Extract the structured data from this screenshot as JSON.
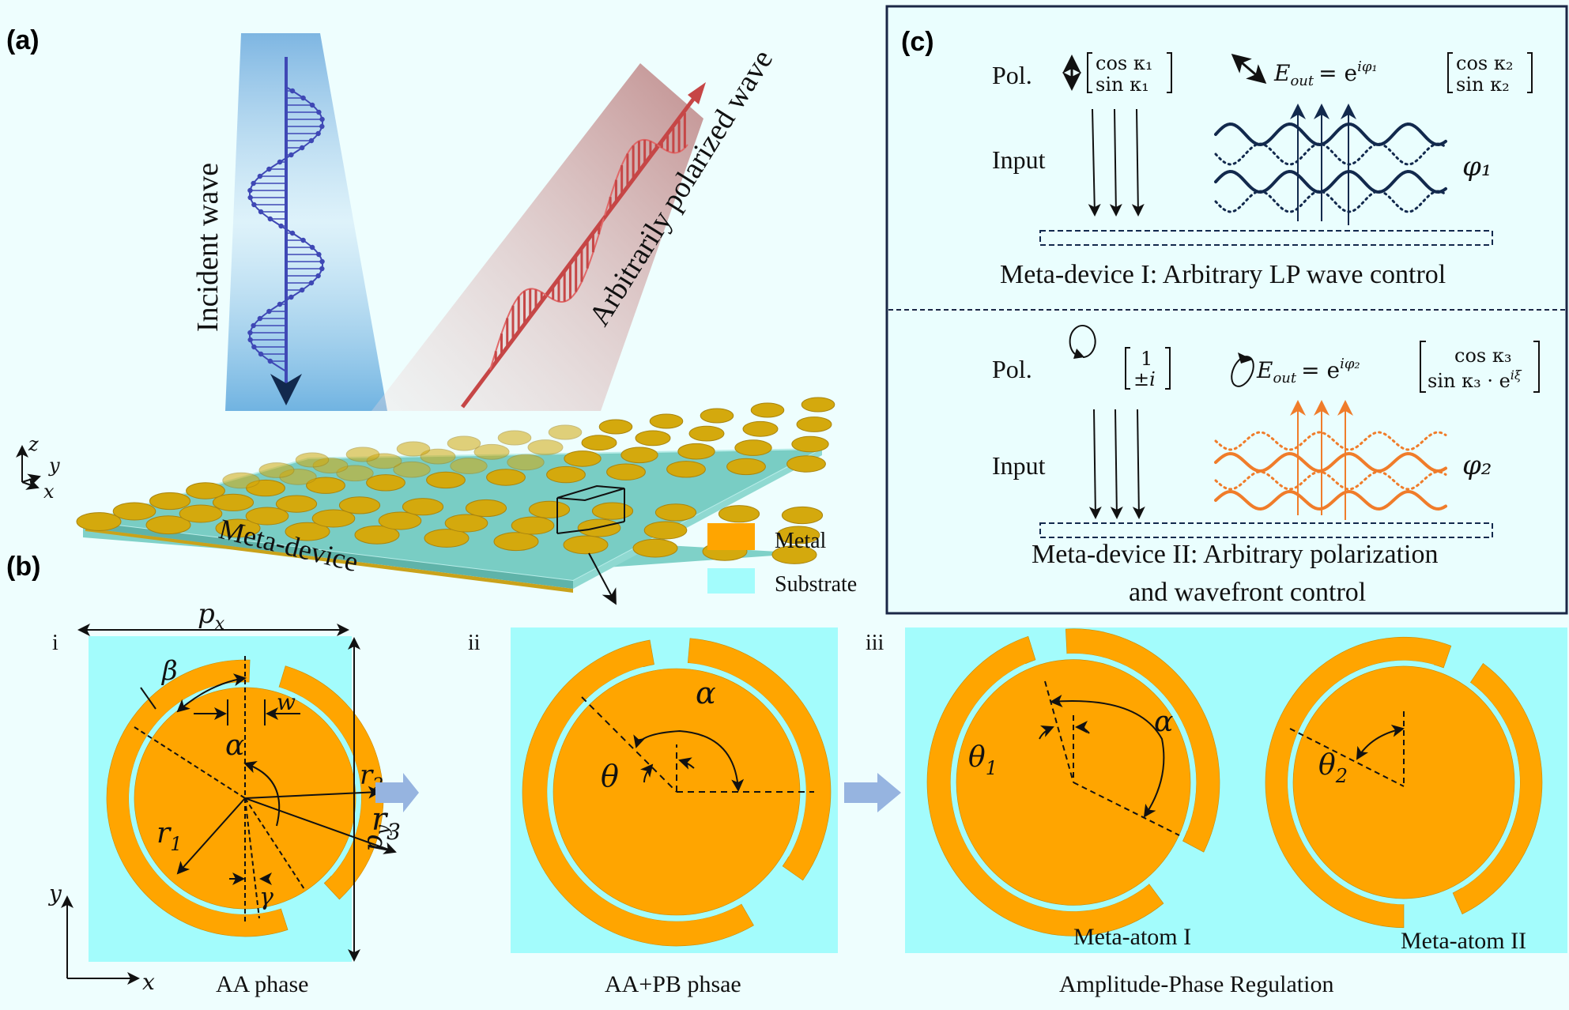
{
  "panels": {
    "a": {
      "label": "(a)",
      "incident_wave_label": "Incident wave",
      "output_wave_label": "Arbitrarily polarized wave",
      "device_label": "Meta-device",
      "axes": {
        "z": "z",
        "y": "y",
        "x": "x"
      }
    },
    "b": {
      "label": "(b)",
      "legend": [
        {
          "label": "Metal",
          "color": "#ffa500"
        },
        {
          "label": "Substrate",
          "color": "#a3fcfc"
        }
      ],
      "subpanels": [
        {
          "roman": "i",
          "caption": "AA phase",
          "dims": {
            "px": "p",
            "px_sub": "x",
            "py": "p",
            "py_sub": "y"
          },
          "params": {
            "beta": "β",
            "w": "w",
            "alpha": "α",
            "r1": "r",
            "r1_sub": "1",
            "r2": "r",
            "r2_sub": "2",
            "r3": "r",
            "r3_sub": "3",
            "gamma": "γ"
          },
          "axes": {
            "x": "x",
            "y": "y"
          }
        },
        {
          "roman": "ii",
          "caption": "AA+PB phsae",
          "params": {
            "alpha": "α",
            "theta": "θ"
          }
        },
        {
          "roman": "iii",
          "caption": "Amplitude-Phase Regulation",
          "atoms": [
            {
              "name": "Meta-atom I",
              "theta": "θ",
              "theta_sub": "1",
              "alpha": "α"
            },
            {
              "name": "Meta-atom II",
              "theta": "θ",
              "theta_sub": "2"
            }
          ]
        }
      ]
    },
    "c": {
      "label": "(c)",
      "devices": [
        {
          "pol_label": "Pol.",
          "input_vector": [
            "cos κ₁",
            "sin κ₁"
          ],
          "eout_lhs": "E",
          "eout_sub": "out",
          "eout_eq": "= e",
          "eout_exp": "iφ₁",
          "output_vector": [
            "cos κ₂",
            "sin κ₂"
          ],
          "input_label": "Input",
          "phase_label": "φ₁",
          "caption": "Meta-device I: Arbitrary LP wave control",
          "wave_color": "#12294d"
        },
        {
          "pol_label": "Pol.",
          "input_vector": [
            "1",
            "±i"
          ],
          "eout_lhs": "E",
          "eout_sub": "out",
          "eout_eq": "= e",
          "eout_exp": "iφ₂",
          "output_vector": [
            "cos κ₃",
            "sin κ₃ · e"
          ],
          "output_vector_exp": "iξ",
          "input_label": "Input",
          "phase_label": "φ₂",
          "caption_line1": "Meta-device II: Arbitrary polarization",
          "caption_line2": "and wavefront control",
          "wave_color": "#f07c2a"
        }
      ]
    }
  },
  "colors": {
    "background": "#eefefe",
    "metal": "#ffa500",
    "substrate": "#a3fcfc",
    "incident": "#3f48b5",
    "output": "#d9514f",
    "box_border": "#1b2746",
    "flow_arrow": "#96b4e0"
  }
}
